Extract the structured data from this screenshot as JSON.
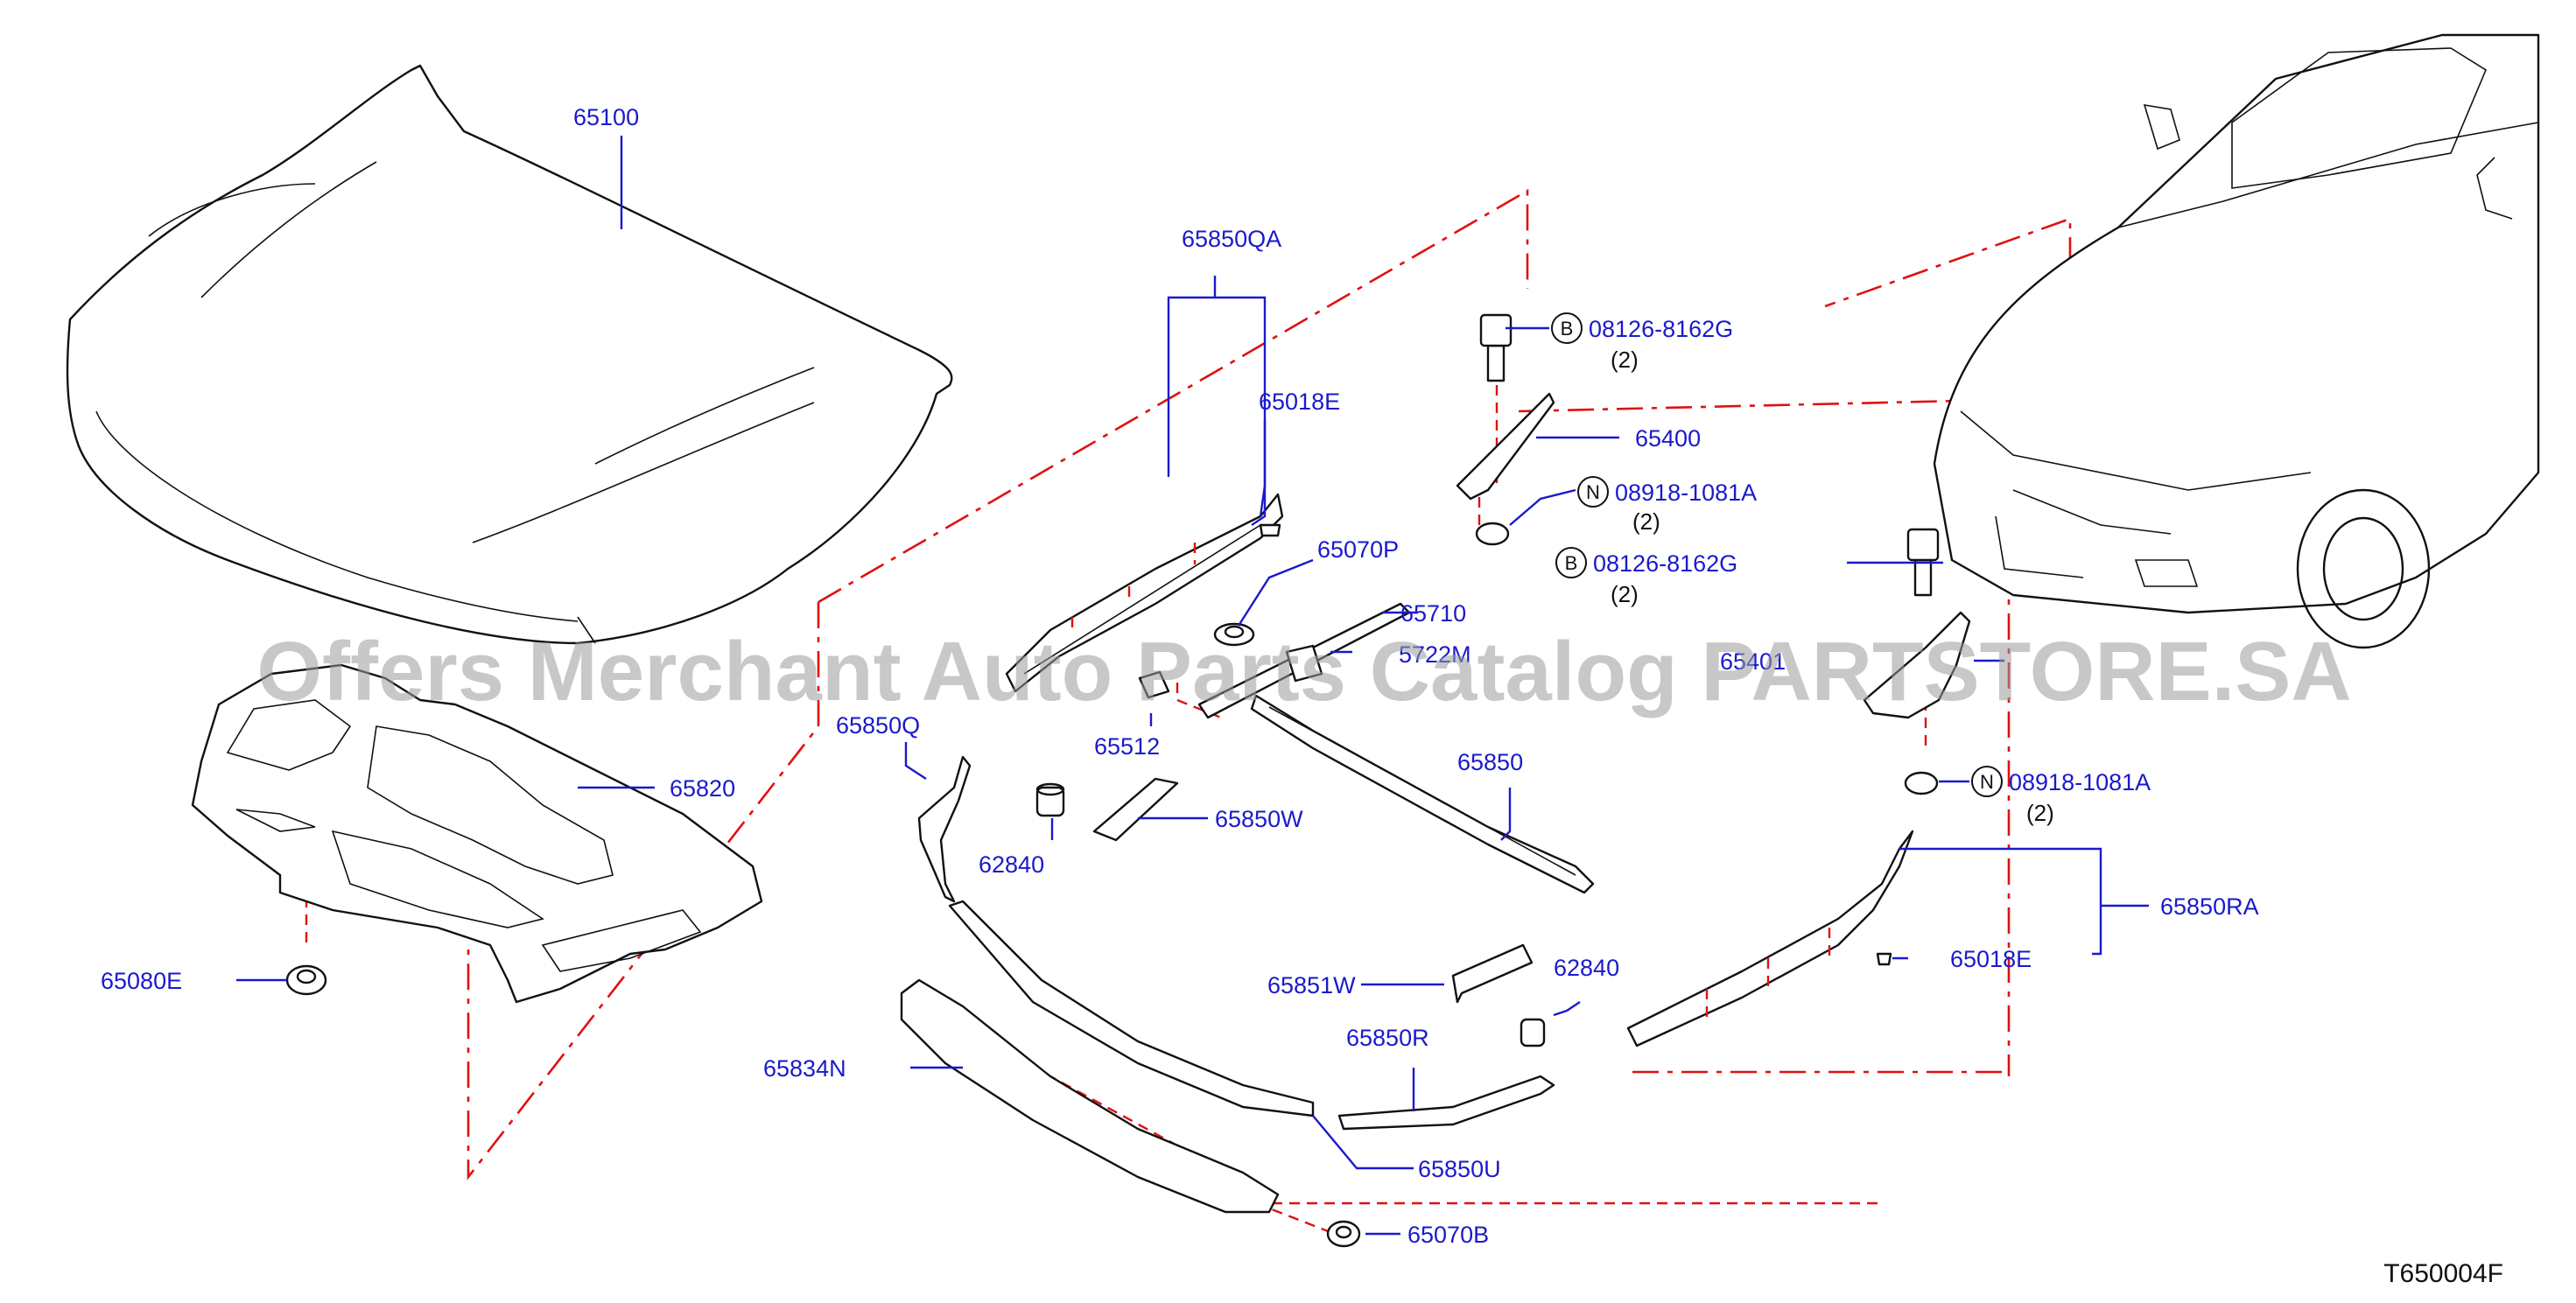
{
  "diagram": {
    "code": "T650004F",
    "watermark": "Offers Merchant Auto Parts Catalog PARTSTORE.SA",
    "parts": [
      {
        "id": "65100",
        "label": "65100"
      },
      {
        "id": "65820",
        "label": "65820"
      },
      {
        "id": "65080E",
        "label": "65080E"
      },
      {
        "id": "65850QA",
        "label": "65850QA"
      },
      {
        "id": "65018E_left",
        "label": "65018E"
      },
      {
        "id": "65070P",
        "label": "65070P"
      },
      {
        "id": "65710",
        "label": "65710"
      },
      {
        "id": "5722M",
        "label": "5722M"
      },
      {
        "id": "65512",
        "label": "65512"
      },
      {
        "id": "65850Q",
        "label": "65850Q"
      },
      {
        "id": "62840_left",
        "label": "62840"
      },
      {
        "id": "65850W",
        "label": "65850W"
      },
      {
        "id": "65850",
        "label": "65850"
      },
      {
        "id": "65851W",
        "label": "65851W"
      },
      {
        "id": "62840_right",
        "label": "62840"
      },
      {
        "id": "65850R",
        "label": "65850R"
      },
      {
        "id": "65834N",
        "label": "65834N"
      },
      {
        "id": "65850U",
        "label": "65850U"
      },
      {
        "id": "65070B",
        "label": "65070B"
      },
      {
        "id": "65400",
        "label": "65400"
      },
      {
        "id": "65401",
        "label": "65401"
      },
      {
        "id": "65850RA",
        "label": "65850RA"
      },
      {
        "id": "65018E_right",
        "label": "65018E"
      }
    ],
    "fasteners": [
      {
        "id": "bolt_1",
        "symbol": "B",
        "label": "08126-8162G",
        "qty": "(2)"
      },
      {
        "id": "nut_1",
        "symbol": "N",
        "label": "08918-1081A",
        "qty": "(2)"
      },
      {
        "id": "bolt_2",
        "symbol": "B",
        "label": "08126-8162G",
        "qty": "(2)"
      },
      {
        "id": "nut_2",
        "symbol": "N",
        "label": "08918-1081A",
        "qty": "(2)"
      }
    ]
  }
}
